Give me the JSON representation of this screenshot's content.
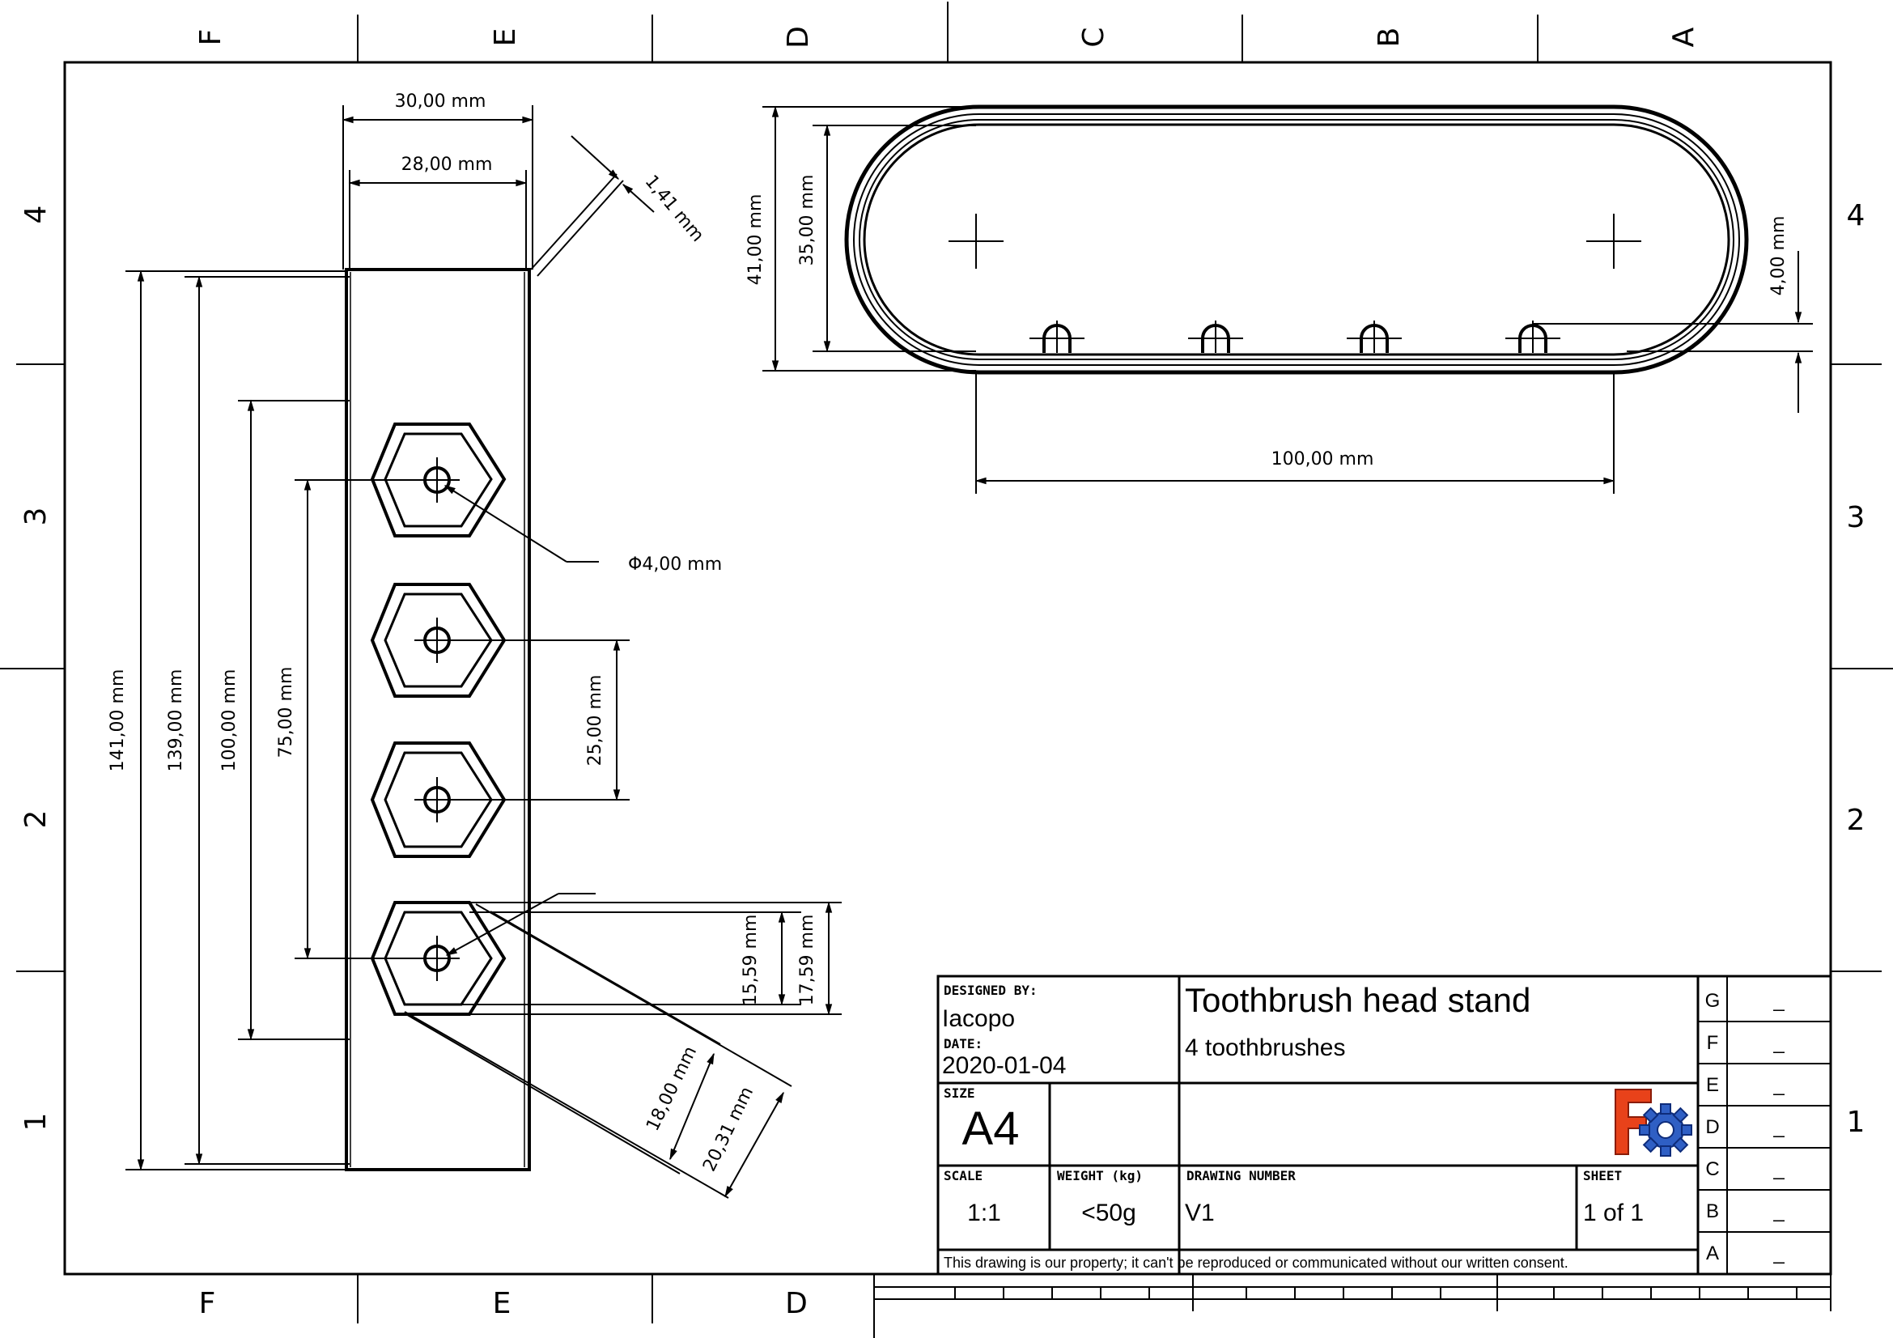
{
  "zones": {
    "columns": [
      "F",
      "E",
      "D",
      "C",
      "B",
      "A"
    ],
    "bottom_columns": [
      "F",
      "E",
      "D"
    ],
    "rows": [
      "4",
      "3",
      "2",
      "1"
    ]
  },
  "dimensions": {
    "front_width_outer": "30,00 mm",
    "front_width_inner": "28,00 mm",
    "wall_thickness": "1,41 mm",
    "total_height": "141,00 mm",
    "inner_height": "139,00 mm",
    "hole_span_outer": "100,00 mm",
    "hole_span_inner": "75,00 mm",
    "hole_pitch": "25,00 mm",
    "hole_diameter": "Φ4,00 mm",
    "hex_inner": "15,59 mm",
    "hex_outer": "17,59 mm",
    "hex_flat_inner": "18,00 mm",
    "hex_flat_outer": "20,31 mm",
    "top_height_outer": "41,00 mm",
    "top_height_inner": "35,00 mm",
    "top_offset": "4,00 mm",
    "top_center_span": "100,00 mm"
  },
  "title_block": {
    "designed_by_label": "DESIGNED BY:",
    "designed_by": "Iacopo",
    "date_label": "DATE:",
    "date": "2020-01-04",
    "title": "Toothbrush head stand",
    "subtitle": "4 toothbrushes",
    "size_label": "SIZE",
    "size": "A4",
    "scale_label": "SCALE",
    "scale": "1:1",
    "weight_label": "WEIGHT (kg)",
    "weight": "<50g",
    "drawing_number_label": "DRAWING NUMBER",
    "drawing_number": "V1",
    "sheet_label": "SHEET",
    "sheet": "1 of 1",
    "notice": "This drawing is our property; it can't be reproduced or communicated without our written consent.",
    "logo": "freecad-logo-icon"
  },
  "revisions": [
    {
      "letter": "G",
      "value": "_"
    },
    {
      "letter": "F",
      "value": "_"
    },
    {
      "letter": "E",
      "value": "_"
    },
    {
      "letter": "D",
      "value": "_"
    },
    {
      "letter": "C",
      "value": "_"
    },
    {
      "letter": "B",
      "value": "_"
    },
    {
      "letter": "A",
      "value": "_"
    }
  ]
}
